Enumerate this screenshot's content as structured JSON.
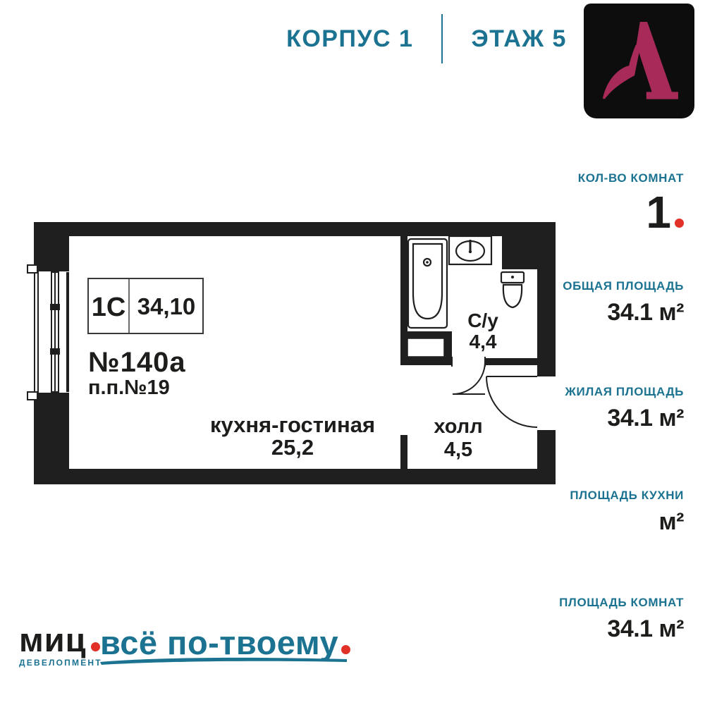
{
  "header": {
    "building": "КОРПУС 1",
    "floor": "ЭТАЖ 5"
  },
  "brand_logo": {
    "letter": "А"
  },
  "sidebar": {
    "items": [
      {
        "label": "КОЛ-ВО КОМНАТ",
        "value": "1"
      },
      {
        "label": "ОБЩАЯ ПЛОЩАДЬ",
        "value": "34.1 м²"
      },
      {
        "label": "ЖИЛАЯ ПЛОЩАДЬ",
        "value": "34.1 м²"
      },
      {
        "label": "ПЛОЩАДЬ КУХНИ",
        "value": "м²"
      },
      {
        "label": "ПЛОЩАДЬ КОМНАТ",
        "value": "34.1 м²"
      }
    ]
  },
  "plan": {
    "type_code": "1С",
    "total_area": "34,10",
    "apartment_number": "№140а",
    "position_number": "п.п.№19",
    "rooms": [
      {
        "name": "кухня-гостиная",
        "area": "25,2"
      },
      {
        "name": "С/у",
        "area": "4,4"
      },
      {
        "name": "холл",
        "area": "4,5"
      }
    ]
  },
  "footer": {
    "brand": "миц",
    "brand_caption": "ДЕВЕЛОПМЕНТ",
    "tagline": "всё по-твоему"
  },
  "colors": {
    "teal": "#1b7391",
    "red": "#e23128",
    "crimson": "#a72a59",
    "ink": "#1d1d1b",
    "wall": "#1f1f1f"
  }
}
